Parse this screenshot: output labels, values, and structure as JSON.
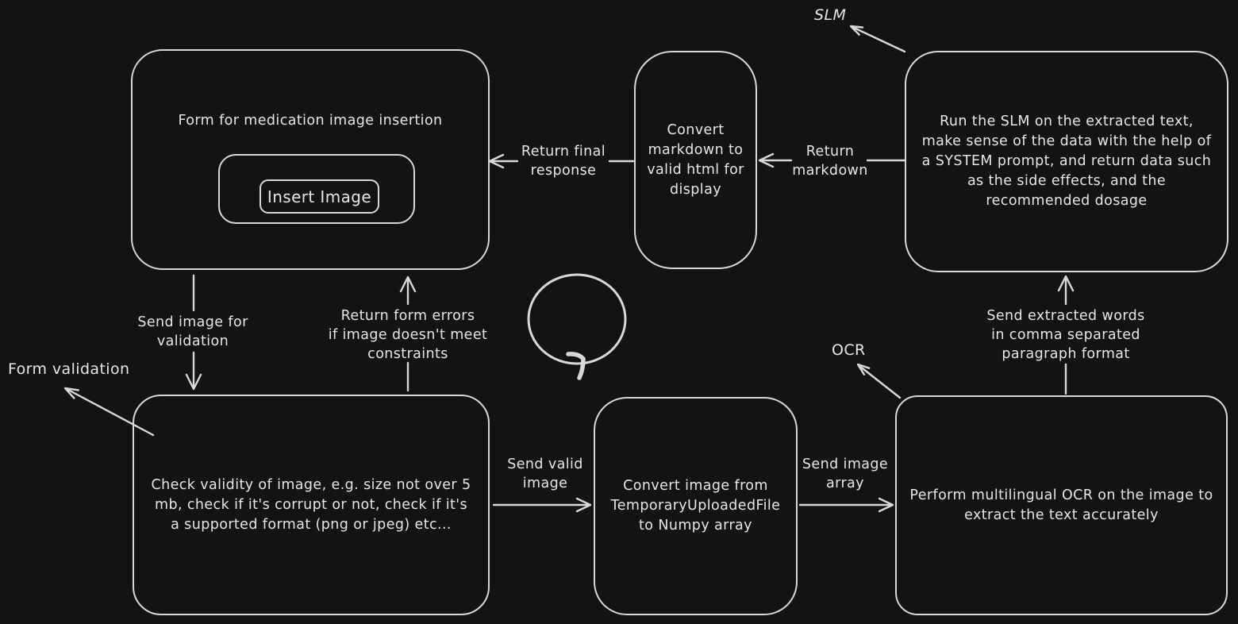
{
  "colors": {
    "background": "#131313",
    "stroke": "#d8d8d8",
    "text": "#e6e6e6"
  },
  "nodes": {
    "form": {
      "title": "Form for medication image insertion",
      "button_label": "Insert Image"
    },
    "markdown_converter": {
      "text": "Convert\nmarkdown to\nvalid html for\ndisplay"
    },
    "slm": {
      "annotation": "SLM",
      "text": "Run the SLM on the extracted text,\nmake sense of the data with the help of\na SYSTEM prompt, and return data such\nas the side effects, and the\nrecommended dosage"
    },
    "validation": {
      "annotation": "Form validation",
      "text": "Check validity of image, e.g. size not over 5\nmb, check if it's corrupt or not, check if it's\na supported format (png or jpeg) etc..."
    },
    "numpy_converter": {
      "text": "Convert image from\nTemporaryUploadedFile\nto Numpy array"
    },
    "ocr": {
      "annotation": "OCR",
      "text": "Perform multilingual OCR on the image to\nextract the text accurately"
    }
  },
  "edges": {
    "send_image_for_validation": "Send image for\nvalidation",
    "return_form_errors": "Return form errors\nif image doesn't meet\nconstraints",
    "send_valid_image": "Send valid\nimage",
    "send_image_array": "Send image\narray",
    "send_extracted_words": "Send extracted words\nin comma separated\nparagraph format",
    "return_markdown": "Return\nmarkdown",
    "return_final_response": "Return final\nresponse"
  }
}
